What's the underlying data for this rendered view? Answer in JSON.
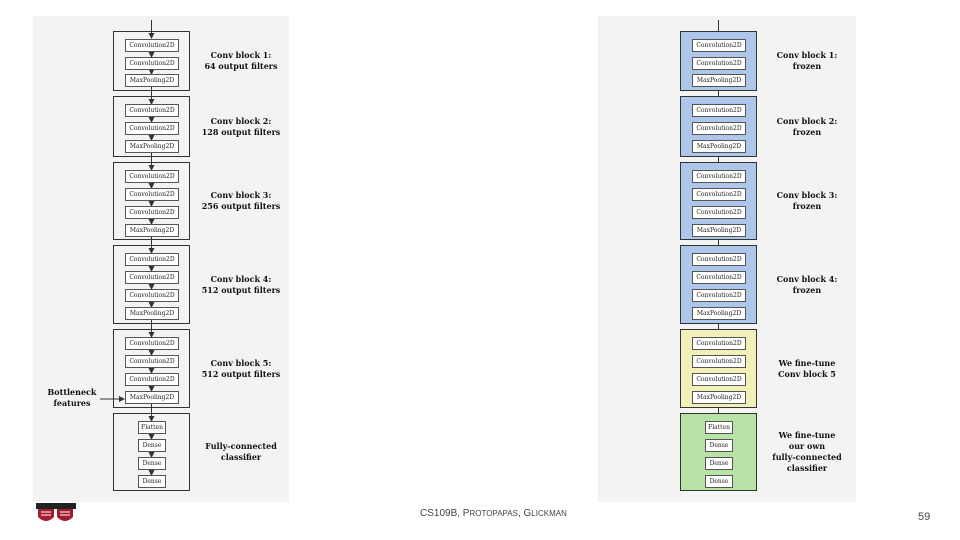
{
  "left_diagram": {
    "blocks": [
      {
        "layers": [
          "Convolution2D",
          "Convolution2D",
          "MaxPooling2D"
        ],
        "label": [
          "Conv block 1:",
          "64 output filters"
        ]
      },
      {
        "layers": [
          "Convolution2D",
          "Convolution2D",
          "MaxPooling2D"
        ],
        "label": [
          "Conv block 2:",
          "128 output filters"
        ]
      },
      {
        "layers": [
          "Convolution2D",
          "Convolution2D",
          "Convolution2D",
          "MaxPooling2D"
        ],
        "label": [
          "Conv block 3:",
          "256 output filters"
        ]
      },
      {
        "layers": [
          "Convolution2D",
          "Convolution2D",
          "Convolution2D",
          "MaxPooling2D"
        ],
        "label": [
          "Conv block 4:",
          "512 output filters"
        ]
      },
      {
        "layers": [
          "Convolution2D",
          "Convolution2D",
          "Convolution2D",
          "MaxPooling2D"
        ],
        "label": [
          "Conv block 5:",
          "512 output filters"
        ]
      },
      {
        "layers": [
          "Flatten",
          "Dense",
          "Dense",
          "Dense"
        ],
        "label": [
          "Fully-connected",
          "classifier"
        ]
      }
    ],
    "bottleneck_label": [
      "Bottleneck",
      "features"
    ]
  },
  "right_diagram": {
    "blocks": [
      {
        "layers": [
          "Convolution2D",
          "Convolution2D",
          "MaxPooling2D"
        ],
        "label": [
          "Conv block 1:",
          "frozen"
        ],
        "color": "#aec6ea"
      },
      {
        "layers": [
          "Convolution2D",
          "Convolution2D",
          "MaxPooling2D"
        ],
        "label": [
          "Conv block 2:",
          "frozen"
        ],
        "color": "#aec6ea"
      },
      {
        "layers": [
          "Convolution2D",
          "Convolution2D",
          "Convolution2D",
          "MaxPooling2D"
        ],
        "label": [
          "Conv block 3:",
          "frozen"
        ],
        "color": "#aec6ea"
      },
      {
        "layers": [
          "Convolution2D",
          "Convolution2D",
          "Convolution2D",
          "MaxPooling2D"
        ],
        "label": [
          "Conv block 4:",
          "frozen"
        ],
        "color": "#aec6ea"
      },
      {
        "layers": [
          "Convolution2D",
          "Convolution2D",
          "Convolution2D",
          "MaxPooling2D"
        ],
        "label": [
          "We fine-tune",
          "Conv block 5"
        ],
        "color": "#f1f0b9"
      },
      {
        "layers": [
          "Flatten",
          "Dense",
          "Dense",
          "Dense"
        ],
        "label": [
          "We fine-tune",
          "our own",
          "fully-connected",
          "classifier"
        ],
        "color": "#b9e3a6"
      }
    ]
  },
  "footer": {
    "course": "CS109B, P",
    "course_small": "ROTOPAPAS",
    "sep": ", G",
    "name_small": "LICKMAN",
    "page_number": "59"
  },
  "colors": {
    "frozen": "#aec6ea",
    "finetune_conv": "#f1f0b9",
    "finetune_fc": "#b9e3a6"
  }
}
